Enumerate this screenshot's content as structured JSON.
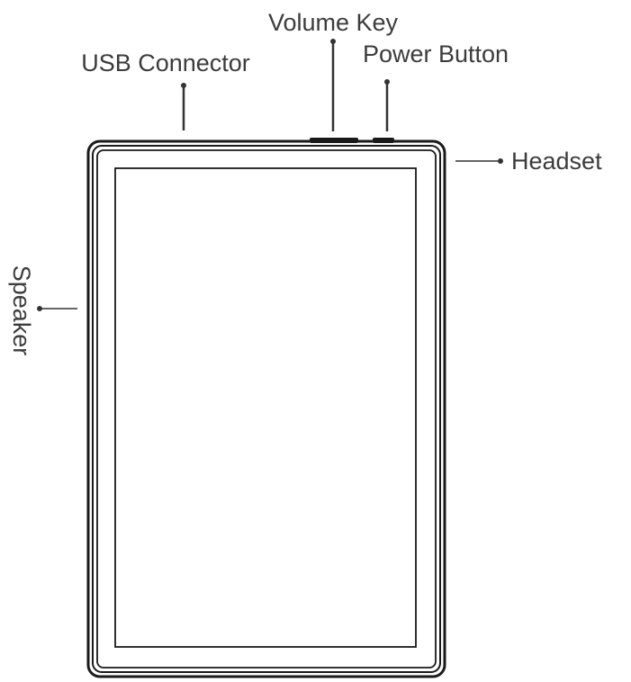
{
  "labels": {
    "usb_connector": "USB Connector",
    "volume_key": "Volume Key",
    "power_button": "Power Button",
    "headset": "Headset",
    "speaker": "Speaker"
  },
  "colors": {
    "outline": "#1a1a1a",
    "label_text": "#3c3c3c",
    "leader_line": "#333333"
  }
}
